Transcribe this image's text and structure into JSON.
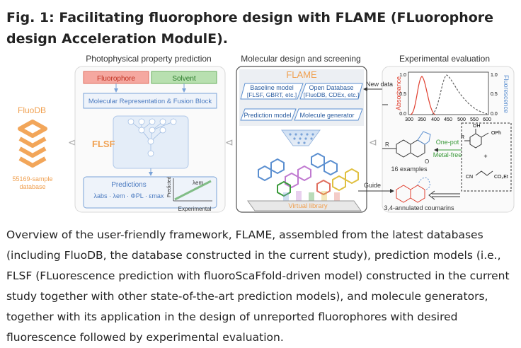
{
  "title": "Fig. 1: Facilitating fluorophore design with FLAME (FLuorophore design Acceleration ModulE).",
  "figure": {
    "panel1": {
      "heading": "Photophysical property prediction",
      "fluorophore": "Fluorophore",
      "solvent": "Solvent",
      "fusion": "Molecular Representation & Fusion Block",
      "flsf": "FLSF",
      "predictions": "Predictions",
      "pred_items": "λabs · λem · ΦPL · εmax",
      "axis_y": "Predicted",
      "axis_x": "Experimental",
      "lambda": "λem"
    },
    "fluodb": {
      "name": "FluoDB",
      "count": "55169-sample",
      "unit": "database"
    },
    "panel2": {
      "heading": "Molecular design and screening",
      "flame": "FLAME",
      "baseline_title": "Baseline model",
      "baseline_items": "[FLSF, GBRT, etc.]",
      "opendb_title": "Open Database",
      "opendb_items": "[FluoDB, CDEx, etc.]",
      "prediction_model": "Prediction model",
      "molecule_generator": "Molecule generator",
      "virtual_library": "Virtual library"
    },
    "panel3": {
      "heading": "Experimental evaluation",
      "new_data": "New data",
      "guide": "Guide",
      "absorbance": "Absorbance",
      "fluorescence": "Fluorescence",
      "x_ticks": [
        "300",
        "350",
        "400",
        "450",
        "500",
        "550",
        "600"
      ],
      "left_ticks": [
        "1.0",
        "0.5",
        "0.0"
      ],
      "right_ticks": [
        "1.0",
        "0.5",
        "0.0"
      ],
      "one_pot": "One-pot",
      "metal_free": "Metal-free",
      "examples": "16 examples",
      "product": "3,4-annulated coumarins",
      "reagent_oh": "OH",
      "reagent_oph": "OPh",
      "reagent_r": "R",
      "reagent_cn": "CN",
      "reagent_co2et": "CO₂Et",
      "plus": "+",
      "o": "O"
    }
  },
  "caption": "Overview of the user-friendly framework, FLAME, assembled from the latest databases (including FluoDB, the database constructed in the current study), prediction models (i.e., FLSF (FLuorescence prediction with fluoroScaFfold-driven model) constructed in the current study together with other state-of-the-art prediction models), and molecule generators, together with its application in the design of unreported fluorophores with desired fluorescence followed by experimental evaluation.",
  "colors": {
    "accent_orange": "#f0a050",
    "blue": "#5b8fd0",
    "red": "#e04030",
    "green": "#3a9a3a"
  }
}
